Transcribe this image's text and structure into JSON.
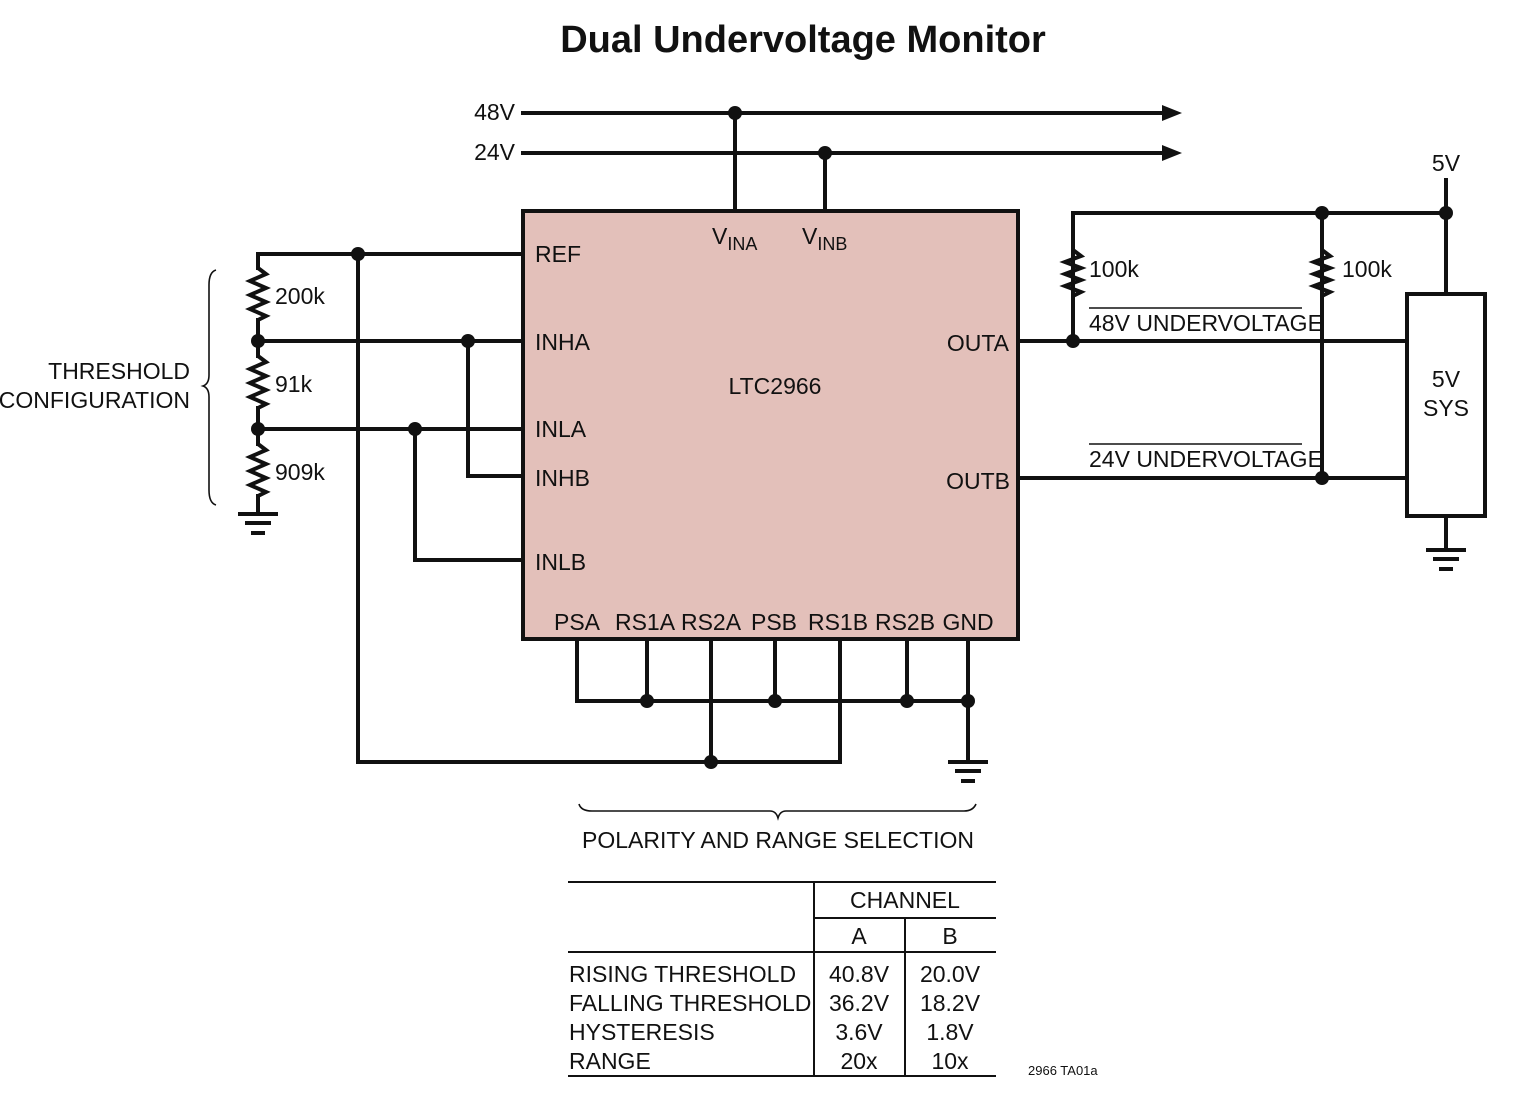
{
  "title": "Dual Undervoltage Monitor",
  "rails": {
    "rail_48v": "48V",
    "rail_24v": "24V",
    "supply_5v": "5V"
  },
  "chip": {
    "part_number": "LTC2966",
    "fill_color": "#e3c0ba",
    "pins": {
      "ref": "REF",
      "inha": "INHA",
      "inla": "INLA",
      "inhb": "INHB",
      "inlb": "INLB",
      "vina_main": "V",
      "vina_sub": "INA",
      "vinb_main": "V",
      "vinb_sub": "INB",
      "outa": "OUTA",
      "outb": "OUTB",
      "psa": "PSA",
      "rs1a": "RS1A",
      "rs2a": "RS2A",
      "psb": "PSB",
      "rs1b": "RS1B",
      "rs2b": "RS2B",
      "gnd": "GND"
    }
  },
  "resistors": {
    "divider_top": "200k",
    "divider_mid": "91k",
    "divider_bottom": "909k",
    "pullup_a": "100k",
    "pullup_b": "100k"
  },
  "signals": {
    "out_a": "48V UNDERVOLTAGE",
    "out_b": "24V UNDERVOLTAGE"
  },
  "load": {
    "line1": "5V",
    "line2": "SYS"
  },
  "annotations": {
    "threshold_line1": "THRESHOLD",
    "threshold_line2": "CONFIGURATION",
    "polarity": "POLARITY AND RANGE SELECTION",
    "figure_id": "2966 TA01a"
  },
  "table": {
    "group_header": "CHANNEL",
    "columns": [
      "A",
      "B"
    ],
    "rows": [
      {
        "label": "RISING THRESHOLD",
        "a": "40.8V",
        "b": "20.0V"
      },
      {
        "label": "FALLING THRESHOLD",
        "a": "36.2V",
        "b": "18.2V"
      },
      {
        "label": "HYSTERESIS",
        "a": "3.6V",
        "b": "1.8V"
      },
      {
        "label": "RANGE",
        "a": "20x",
        "b": "10x"
      }
    ]
  }
}
